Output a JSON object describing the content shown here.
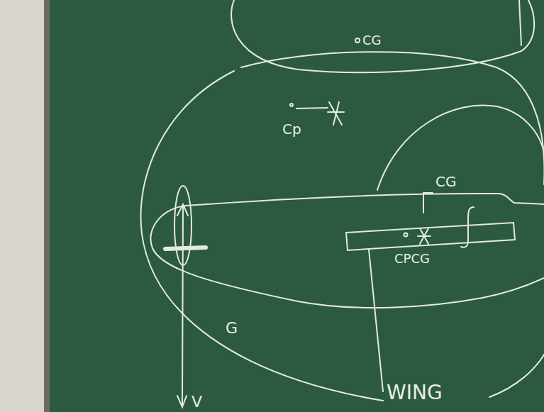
{
  "diagram": {
    "labels": [
      "CG",
      "Cp",
      "CG",
      "CPCG",
      "G",
      "WING",
      "V"
    ]
  }
}
